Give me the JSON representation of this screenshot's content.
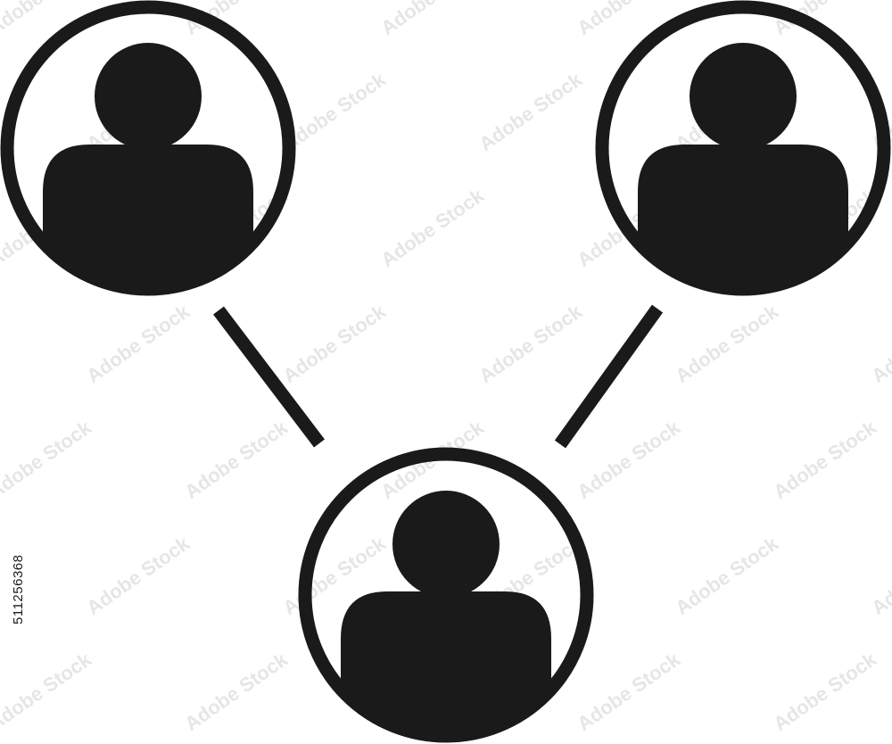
{
  "diagram": {
    "nodes": [
      {
        "id": "top-left",
        "label": ""
      },
      {
        "id": "top-right",
        "label": ""
      },
      {
        "id": "bottom-center",
        "label": ""
      }
    ],
    "edges": [
      {
        "from": "top-left",
        "to": "bottom-center"
      },
      {
        "from": "top-right",
        "to": "bottom-center"
      }
    ],
    "icon": "person-icon"
  },
  "stock_id": "511256368",
  "watermark_text": "Adobe Stock",
  "colors": {
    "ink": "#1a1a1a",
    "background": "#ffffff",
    "watermark": "#e6e6e6"
  }
}
